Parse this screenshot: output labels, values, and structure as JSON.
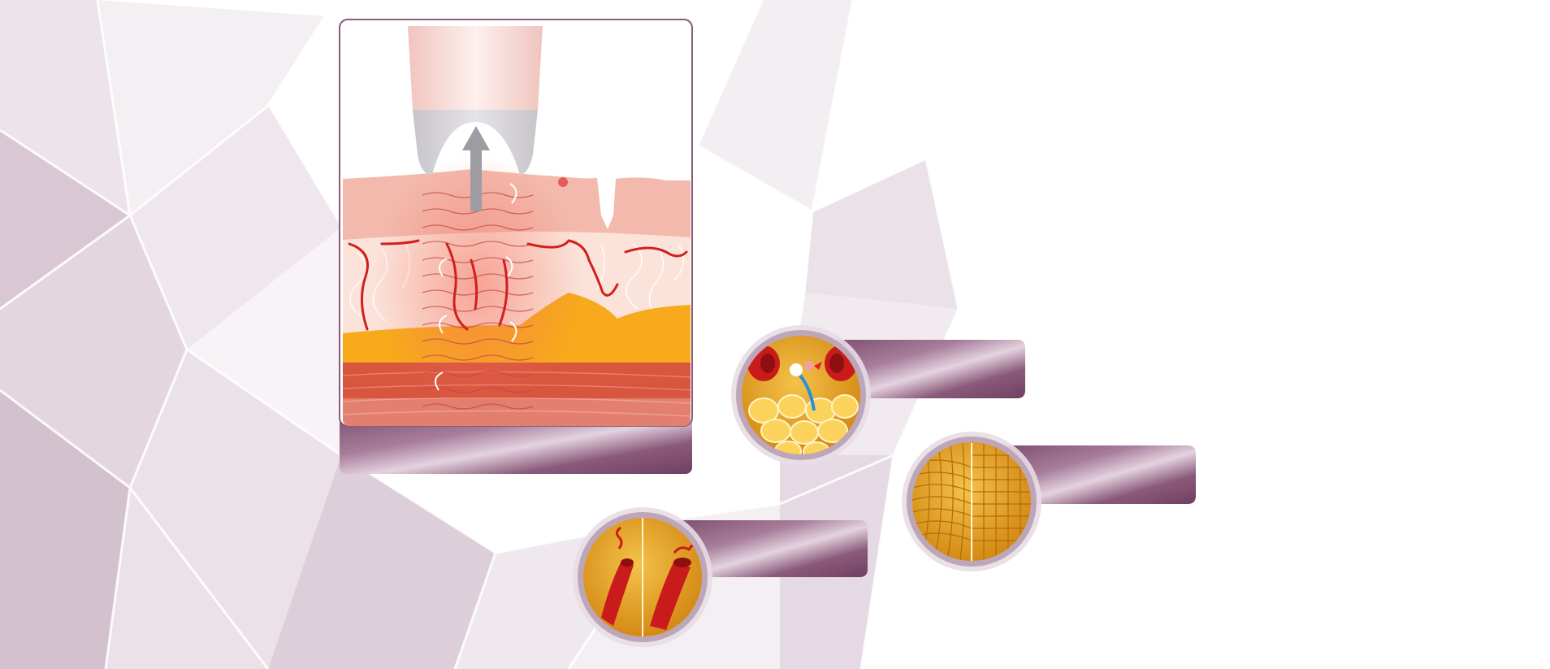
{
  "diagram": {
    "title": "",
    "main_panel": {
      "caption": "",
      "layers": [
        "epidermis",
        "dermis",
        "fat",
        "muscle"
      ],
      "heat_indicator": "up-arrow-icon"
    },
    "callouts": [
      {
        "id": "fat-cells",
        "label": "",
        "icon": "fat-cell-icon"
      },
      {
        "id": "collagen",
        "label": "",
        "icon": "collagen-mesh-icon"
      },
      {
        "id": "blood-vessels",
        "label": "",
        "icon": "blood-vessel-icon"
      }
    ],
    "colors": {
      "banner": "#8b5a7b",
      "banner_light": "#cdb3c6",
      "skin": "#f2b7aa",
      "dermis": "#f7d9cf",
      "fat": "#f7aa1b",
      "muscle": "#d8553e",
      "vessel": "#d11f1f",
      "callout_fill": "#e4a422",
      "callout_ring": "#bda6b8",
      "background_facet": "#e2d5de"
    }
  }
}
